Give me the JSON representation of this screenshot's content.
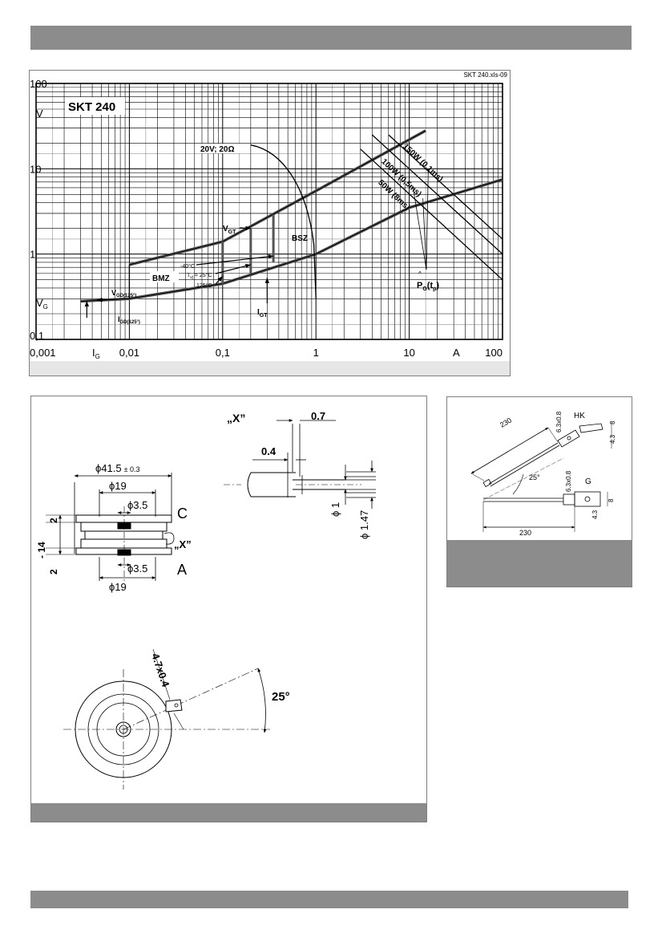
{
  "chart_data": {
    "type": "line",
    "title": "SKT 240",
    "file_ref": "SKT 240.xls-09",
    "xscale": "log",
    "yscale": "log",
    "xlim": [
      0.001,
      100
    ],
    "ylim": [
      0.1,
      100
    ],
    "x_ticks": [
      "0,001",
      "0,01",
      "0,1",
      "1",
      "10",
      "100"
    ],
    "y_ticks": [
      "0,1",
      "1",
      "10",
      "100"
    ],
    "x_axis_label": "I",
    "x_axis_label_sub": "G",
    "x_unit": "A",
    "y_axis_label": "V",
    "y_axis_label_sub": "G",
    "y_unit": "V",
    "grid": true,
    "annotations": {
      "load_line": "20V; 20Ω",
      "vgt": "V",
      "vgt_sub": "GT",
      "igt": "I",
      "igt_sub": "GT",
      "bsz": "BSZ",
      "bmz": "BMZ",
      "t_minus40": "-40°C",
      "tvj": "T",
      "tvj_sub": "vj",
      "tvj_rest": " = 25°C",
      "t125": "125°C",
      "vgd": "V",
      "vgd_sub": "GD(125°)",
      "igd": "I",
      "igd_sub": "GD(125°)",
      "pg": "P",
      "pg_hat": "^",
      "pg_sub": "G",
      "pg_rest": "(t",
      "pg_sub2": "p",
      "pg_close": ")"
    },
    "series": [
      {
        "name": "150W (0,1ms)",
        "x": [
          6,
          100
        ],
        "y": [
          25,
          1.5
        ]
      },
      {
        "name": "100W (0,5ms)",
        "x": [
          4,
          100
        ],
        "y": [
          25,
          1.0
        ]
      },
      {
        "name": "50W (8ms)",
        "x": [
          3,
          100
        ],
        "y": [
          17,
          0.5
        ]
      },
      {
        "name": "20V; 20Ω",
        "x": [
          0.2,
          0.5,
          0.8,
          1.0,
          1.0
        ],
        "y": [
          19,
          12,
          4,
          1,
          0.3
        ]
      },
      {
        "name": "upper gate characteristic",
        "x": [
          0.01,
          0.1,
          1,
          15
        ],
        "y": [
          0.75,
          1.4,
          5.5,
          28
        ]
      },
      {
        "name": "lower gate characteristic",
        "x": [
          0.003,
          0.01,
          0.1,
          1,
          10,
          100
        ],
        "y": [
          0.28,
          0.3,
          0.45,
          1.0,
          3.5,
          7.5
        ]
      }
    ]
  },
  "dimensions": {
    "od": "ϕ41.5",
    "od_tol": "± 0.3",
    "d19_top": "ϕ19",
    "d35_top": "ϕ3.5",
    "d35_bot": "ϕ3.5",
    "d19_bot": "ϕ19",
    "h2_top": "2",
    "h14": "- 14",
    "h2_bot": "2",
    "label_c": "C",
    "label_a": "A",
    "x_ref": "„X”",
    "x_detail": "„X”",
    "dim_07": "0.7",
    "dim_04": "0.4",
    "dim_d1": "ϕ 1",
    "dim_d147": "ϕ 1.47",
    "dim_tab": "4.7x0.4",
    "angle": "25°"
  },
  "leads": {
    "len_top": "230",
    "len_bot": "230",
    "terminal_top": "6.3x0.8",
    "terminal_bot": "6.3x0.8",
    "label_hk": "HK",
    "label_g": "G",
    "dim8_top": "8",
    "dim43_top": "4.3",
    "dim8_bot": "8",
    "dim43_bot": "4.3",
    "angle": "25°"
  }
}
